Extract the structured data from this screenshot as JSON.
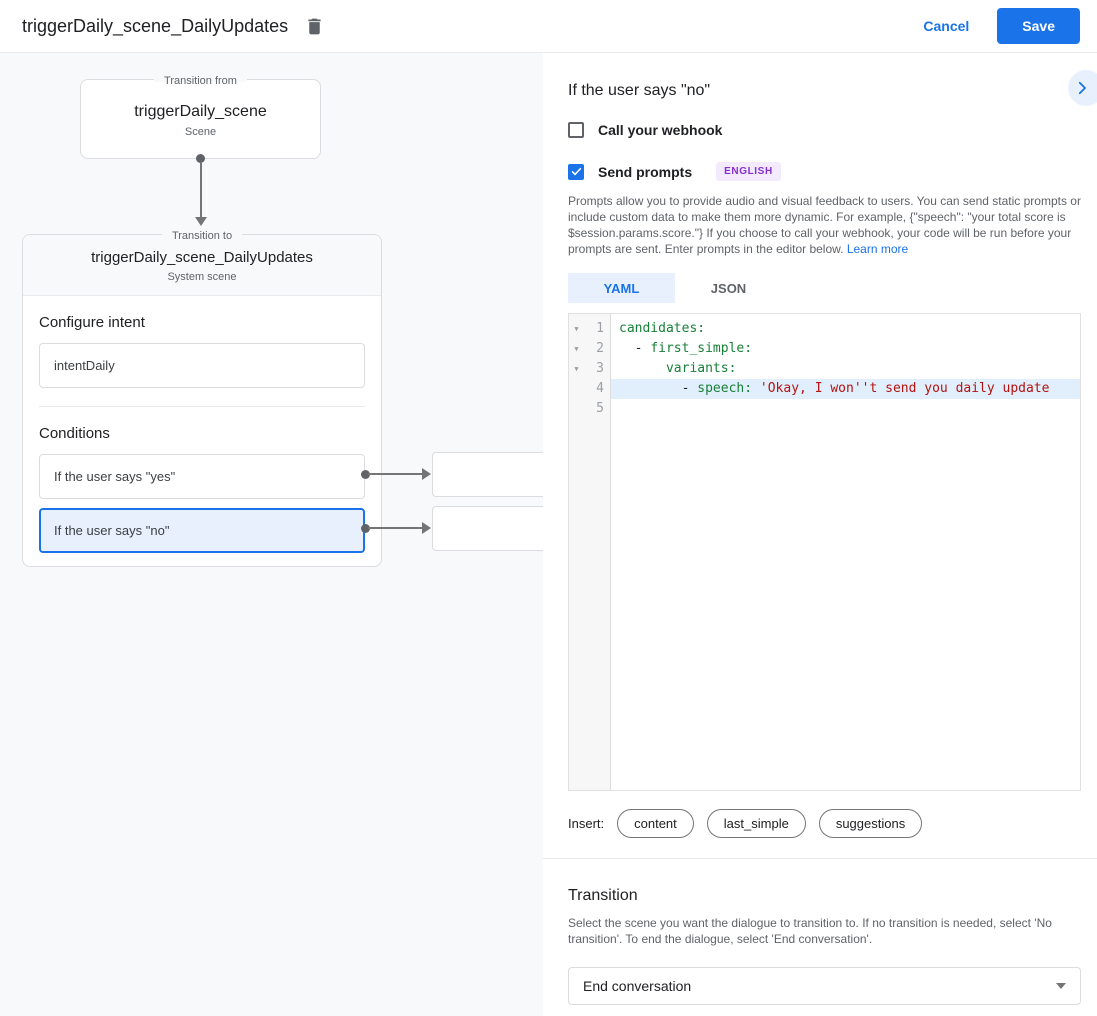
{
  "header": {
    "title": "triggerDaily_scene_DailyUpdates",
    "cancel_label": "Cancel",
    "save_label": "Save"
  },
  "diagram": {
    "from_box": {
      "legend": "Transition from",
      "title": "triggerDaily_scene",
      "subtitle": "Scene"
    },
    "to_box": {
      "legend": "Transition to",
      "title": "triggerDaily_scene_DailyUpdates",
      "subtitle": "System scene",
      "intent_heading": "Configure intent",
      "intent_value": "intentDaily",
      "conditions_heading": "Conditions",
      "conditions": [
        {
          "label": "If the user says \"yes\"",
          "selected": false
        },
        {
          "label": "If the user says \"no\"",
          "selected": true
        }
      ]
    }
  },
  "panel": {
    "title": "If the user says \"no\"",
    "webhook_label": "Call your webhook",
    "webhook_checked": false,
    "prompts_label": "Send prompts",
    "prompts_checked": true,
    "language_badge": "ENGLISH",
    "description": "Prompts allow you to provide audio and visual feedback to users. You can send static prompts or include custom data to make them more dynamic. For example, {\"speech\": \"your total score is $session.params.score.\"} If you choose to call your webhook, your code will be run before your prompts are sent. Enter prompts in the editor below. ",
    "learn_more_label": "Learn more",
    "tabs": [
      {
        "label": "YAML",
        "active": true
      },
      {
        "label": "JSON",
        "active": false
      }
    ],
    "editor_lines": [
      {
        "num": "1",
        "fold": true,
        "active": false,
        "tokens": [
          {
            "text": "candidates:",
            "type": "key"
          }
        ]
      },
      {
        "num": "2",
        "fold": true,
        "active": false,
        "tokens": [
          {
            "text": "  - ",
            "type": "plain"
          },
          {
            "text": "first_simple:",
            "type": "key"
          }
        ]
      },
      {
        "num": "3",
        "fold": true,
        "active": false,
        "tokens": [
          {
            "text": "      ",
            "type": "plain"
          },
          {
            "text": "variants:",
            "type": "key"
          }
        ]
      },
      {
        "num": "4",
        "fold": false,
        "active": true,
        "tokens": [
          {
            "text": "        - ",
            "type": "plain"
          },
          {
            "text": "speech:",
            "type": "key"
          },
          {
            "text": " ",
            "type": "plain"
          },
          {
            "text": "'Okay, I won''t send you daily update",
            "type": "string"
          }
        ]
      },
      {
        "num": "5",
        "fold": false,
        "active": false,
        "tokens": []
      }
    ],
    "insert_label": "Insert:",
    "insert_chips": [
      "content",
      "last_simple",
      "suggestions"
    ],
    "transition": {
      "heading": "Transition",
      "description": "Select the scene you want the dialogue to transition to. If no transition is needed, select 'No transition'. To end the dialogue, select 'End conversation'.",
      "dropdown_value": "End conversation"
    }
  },
  "colors": {
    "accent": "#1a73e8",
    "selected_fill": "#e8f0fe",
    "badge_bg": "#f4eafe",
    "badge_text": "#8430ce",
    "code_key": "#188038",
    "code_string": "#b31412",
    "active_line_bg": "#e1eefb"
  }
}
